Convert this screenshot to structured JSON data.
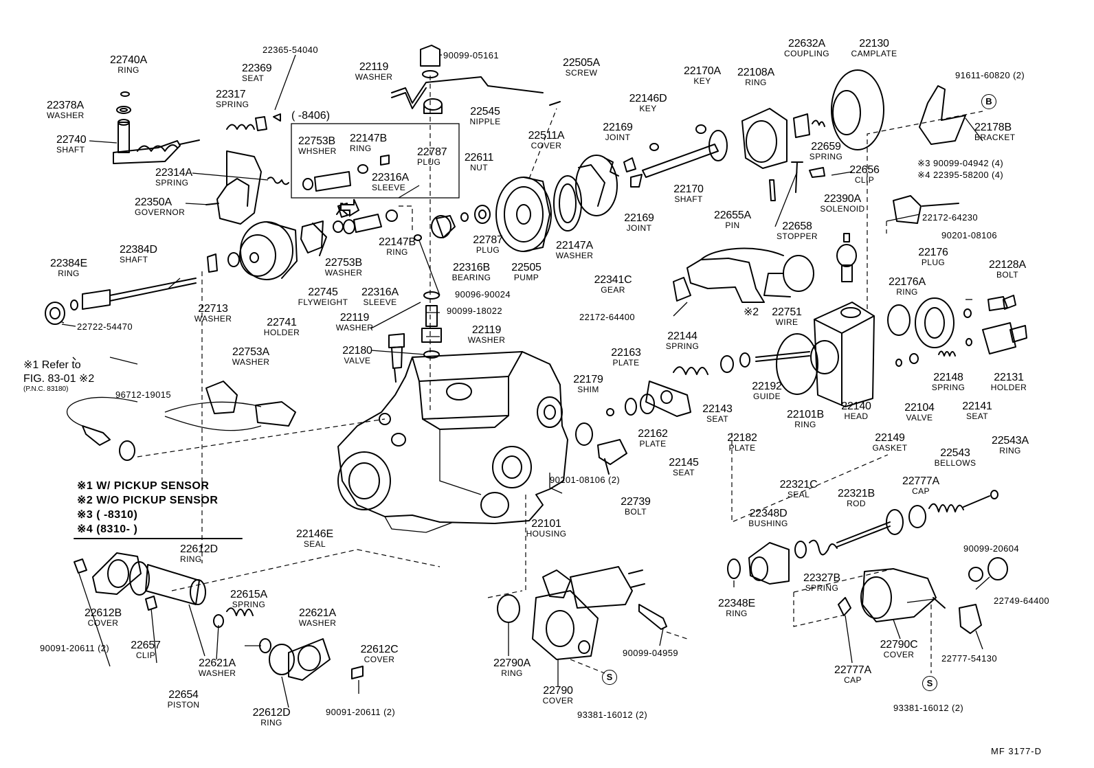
{
  "diagram_code": "MF 3177-D",
  "notes": {
    "n1": "※1 W/ PICKUP SENSOR",
    "n2": "※2 W/O PICKUP SENSOR",
    "n3": "※3 (        -8310)",
    "n4": "※4 (8310-        )",
    "range_8406": "(        -8406)",
    "fig_ref_1": "※1 Refer to",
    "fig_ref_2": "FIG. 83-01 ※2",
    "fig_ref_3": "(P.N.C. 83180)",
    "mark_2": "※2",
    "mark_3": "※3",
    "mark_4": "※4"
  },
  "markers": {
    "b": "B",
    "s": "S"
  },
  "parts": [
    {
      "pn": "22740A",
      "name": "RING"
    },
    {
      "pn": "22378A",
      "name": "WASHER"
    },
    {
      "pn": "22740",
      "name": "SHAFT"
    },
    {
      "pn": "22369",
      "name": "SEAT"
    },
    {
      "pn": "22365-54040",
      "name": ""
    },
    {
      "pn": "22317",
      "name": "SPRING"
    },
    {
      "pn": "22314A",
      "name": "SPRING"
    },
    {
      "pn": "22350A",
      "name": "GOVERNOR"
    },
    {
      "pn": "22384D",
      "name": "SHAFT"
    },
    {
      "pn": "22384E",
      "name": "RING"
    },
    {
      "pn": "22722-54470",
      "name": ""
    },
    {
      "pn": "22713",
      "name": "WASHER"
    },
    {
      "pn": "22741",
      "name": "HOLDER"
    },
    {
      "pn": "22753A",
      "name": "WASHER"
    },
    {
      "pn": "22753B",
      "name": "WHSHER"
    },
    {
      "pn": "22147B",
      "name": "RING"
    },
    {
      "pn": "22787",
      "name": "PLUG"
    },
    {
      "pn": "22316A",
      "name": "SLEEVE"
    },
    {
      "pn": "22745",
      "name": "FLYWEIGHT"
    },
    {
      "pn": "22753B",
      "name": "WASHER"
    },
    {
      "pn": "22316A",
      "name": "SLEEVE"
    },
    {
      "pn": "22147B",
      "name": "RING"
    },
    {
      "pn": "90096-90024",
      "name": ""
    },
    {
      "pn": "22119",
      "name": "WASHER"
    },
    {
      "pn": "90099-05161",
      "name": ""
    },
    {
      "pn": "22545",
      "name": "NIPPLE"
    },
    {
      "pn": "22505A",
      "name": "SCREW"
    },
    {
      "pn": "22611",
      "name": "NUT"
    },
    {
      "pn": "22787",
      "name": "PLUG"
    },
    {
      "pn": "22316B",
      "name": "BEARING"
    },
    {
      "pn": "22511A",
      "name": "COVER"
    },
    {
      "pn": "22505",
      "name": "PUMP"
    },
    {
      "pn": "22147A",
      "name": "WASHER"
    },
    {
      "pn": "22146D",
      "name": "KEY"
    },
    {
      "pn": "22169",
      "name": "JOINT"
    },
    {
      "pn": "22169",
      "name": "JOINT"
    },
    {
      "pn": "22341C",
      "name": "GEAR"
    },
    {
      "pn": "22170A",
      "name": "KEY"
    },
    {
      "pn": "22108A",
      "name": "RING"
    },
    {
      "pn": "22170",
      "name": "SHAFT"
    },
    {
      "pn": "22632A",
      "name": "COUPLING"
    },
    {
      "pn": "22130",
      "name": "CAMPLATE"
    },
    {
      "pn": "22659",
      "name": "SPRING"
    },
    {
      "pn": "22656",
      "name": "CLIP"
    },
    {
      "pn": "22655A",
      "name": "PIN"
    },
    {
      "pn": "22658",
      "name": "STOPPER"
    },
    {
      "pn": "91611-60820 (2)",
      "name": ""
    },
    {
      "pn": "22178B",
      "name": "BRACKET"
    },
    {
      "pn": "90099-04942 (4)",
      "name": ""
    },
    {
      "pn": "22395-58200 (4)",
      "name": ""
    },
    {
      "pn": "22172-64230",
      "name": ""
    },
    {
      "pn": "22390A",
      "name": "SOLENOID"
    },
    {
      "pn": "22172-64400",
      "name": ""
    },
    {
      "pn": "22751",
      "name": "WIRE"
    },
    {
      "pn": "90201-08106",
      "name": ""
    },
    {
      "pn": "22176",
      "name": "PLUG"
    },
    {
      "pn": "22176A",
      "name": "RING"
    },
    {
      "pn": "22128A",
      "name": "BOLT"
    },
    {
      "pn": "22119",
      "name": "WASHER"
    },
    {
      "pn": "90099-18022",
      "name": ""
    },
    {
      "pn": "22119",
      "name": "WASHER"
    },
    {
      "pn": "22180",
      "name": "VALVE"
    },
    {
      "pn": "22163",
      "name": "PLATE"
    },
    {
      "pn": "22144",
      "name": "SPRING"
    },
    {
      "pn": "22179",
      "name": "SHIM"
    },
    {
      "pn": "22162",
      "name": "PLATE"
    },
    {
      "pn": "22143",
      "name": "SEAT"
    },
    {
      "pn": "22145",
      "name": "SEAT"
    },
    {
      "pn": "22182",
      "name": "PLATE"
    },
    {
      "pn": "22192",
      "name": "GUIDE"
    },
    {
      "pn": "22101B",
      "name": "RING"
    },
    {
      "pn": "22140",
      "name": "HEAD"
    },
    {
      "pn": "22149",
      "name": "GASKET"
    },
    {
      "pn": "22104",
      "name": "VALVE"
    },
    {
      "pn": "22148",
      "name": "SPRING"
    },
    {
      "pn": "22141",
      "name": "SEAT"
    },
    {
      "pn": "22131",
      "name": "HOLDER"
    },
    {
      "pn": "96712-19015",
      "name": ""
    },
    {
      "pn": "90201-08106 (2)",
      "name": ""
    },
    {
      "pn": "22739",
      "name": "BOLT"
    },
    {
      "pn": "22101",
      "name": "HOUSING"
    },
    {
      "pn": "22146E",
      "name": "SEAL"
    },
    {
      "pn": "22543",
      "name": "BELLOWS"
    },
    {
      "pn": "22543A",
      "name": "RING"
    },
    {
      "pn": "22777A",
      "name": "CAP"
    },
    {
      "pn": "22321C",
      "name": "SEAL"
    },
    {
      "pn": "22321B",
      "name": "ROD"
    },
    {
      "pn": "22348D",
      "name": "BUSHING"
    },
    {
      "pn": "22327B",
      "name": "SPRING"
    },
    {
      "pn": "22348E",
      "name": "RING"
    },
    {
      "pn": "90099-20604",
      "name": ""
    },
    {
      "pn": "22749-64400",
      "name": ""
    },
    {
      "pn": "22790C",
      "name": "COVER"
    },
    {
      "pn": "22777-54130",
      "name": ""
    },
    {
      "pn": "22777A",
      "name": "CAP"
    },
    {
      "pn": "93381-16012 (2)",
      "name": ""
    },
    {
      "pn": "22612D",
      "name": "RING"
    },
    {
      "pn": "22612B",
      "name": "COVER"
    },
    {
      "pn": "90091-20611 (2)",
      "name": ""
    },
    {
      "pn": "22657",
      "name": "CLIP"
    },
    {
      "pn": "22615A",
      "name": "SPRING"
    },
    {
      "pn": "22621A",
      "name": "WASHER"
    },
    {
      "pn": "22621A",
      "name": "WASHER"
    },
    {
      "pn": "22612C",
      "name": "COVER"
    },
    {
      "pn": "22654",
      "name": "PISTON"
    },
    {
      "pn": "22612D",
      "name": "RING"
    },
    {
      "pn": "90091-20611 (2)",
      "name": ""
    },
    {
      "pn": "22790A",
      "name": "RING"
    },
    {
      "pn": "22790",
      "name": "COVER"
    },
    {
      "pn": "93381-16012 (2)",
      "name": ""
    },
    {
      "pn": "90099-04959",
      "name": ""
    }
  ]
}
